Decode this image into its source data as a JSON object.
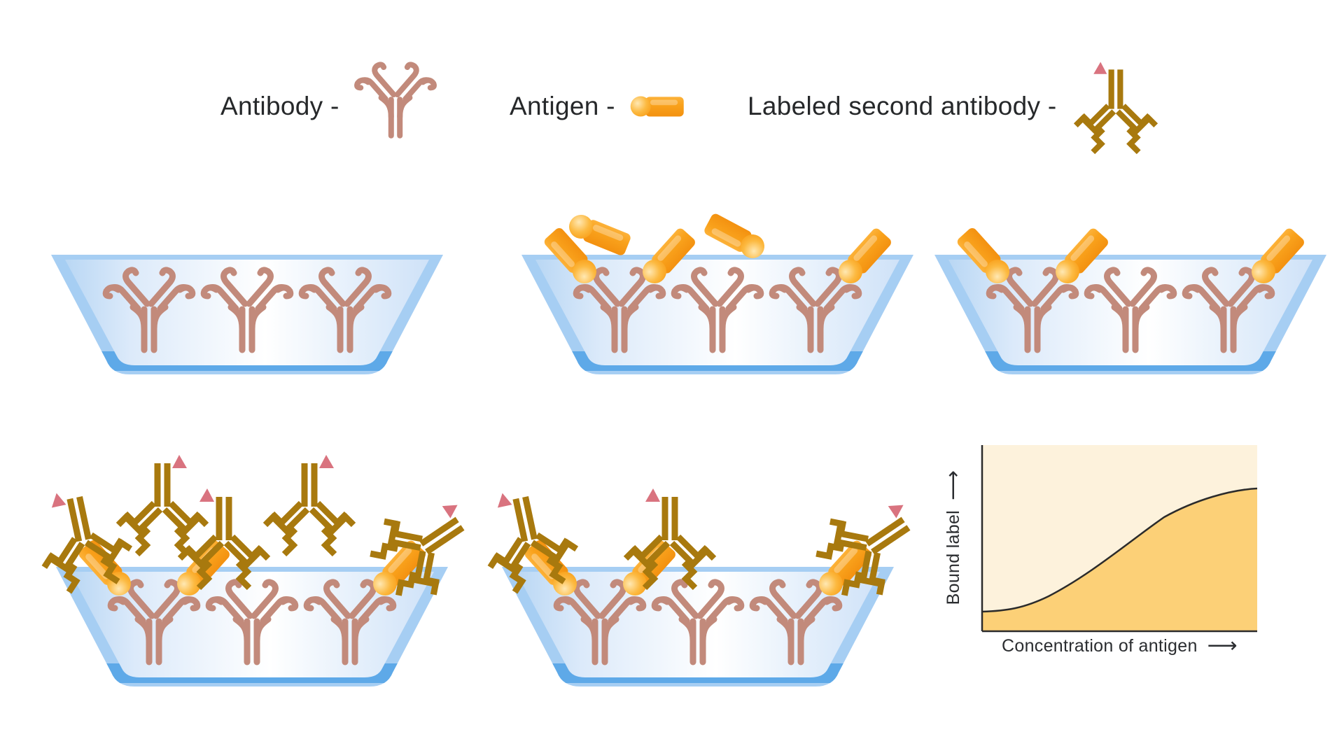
{
  "legend": {
    "items": [
      {
        "label": "Antibody -",
        "icon": "antibody-icon"
      },
      {
        "label": "Antigen -",
        "icon": "antigen-icon"
      },
      {
        "label": "Labeled second antibody -",
        "icon": "labeled-second-antibody-icon"
      }
    ]
  },
  "icons": {
    "arrow_right": "⟶",
    "antibody-icon": "Y-shaped rose antibody",
    "antigen-icon": "orange cylinder with sphere end",
    "labeled-second-antibody-icon": "gold zigzag antibody with pink triangle label"
  },
  "colors": {
    "antibody": "#c28a7b",
    "antigen": "#f9a21c",
    "antigen_highlight": "#ffe8b3",
    "second_antibody": "#a8790e",
    "label_triangle": "#d9737f",
    "dish_rim": "#a6cef3",
    "dish_band": "#5ea9e8",
    "dish_water_edge": "#b9d7f4",
    "graph_background": "#fdf2dc",
    "graph_fill": "#fcd077",
    "graph_line": "#2b2b2b",
    "text": "#26282a"
  },
  "figure": {
    "steps": [
      {
        "name": "well-with-antibodies",
        "antibodies": 3,
        "antigens_bound": 0,
        "antigens_free": 0,
        "labeled_antibodies_bound": 0,
        "labeled_antibodies_free": 0
      },
      {
        "name": "antigen-added",
        "antibodies": 3,
        "antigens_bound": 3,
        "antigens_free": 2,
        "labeled_antibodies_bound": 0,
        "labeled_antibodies_free": 0
      },
      {
        "name": "antigen-bound",
        "antibodies": 3,
        "antigens_bound": 3,
        "antigens_free": 0,
        "labeled_antibodies_bound": 0,
        "labeled_antibodies_free": 0
      },
      {
        "name": "labeled-antibody-added",
        "antibodies": 3,
        "antigens_bound": 3,
        "antigens_free": 0,
        "labeled_antibodies_bound": 3,
        "labeled_antibodies_free": 2
      },
      {
        "name": "labeled-antibody-bound",
        "antibodies": 3,
        "antigens_bound": 3,
        "antigens_free": 0,
        "labeled_antibodies_bound": 3,
        "labeled_antibodies_free": 0
      }
    ]
  },
  "chart_data": {
    "type": "area",
    "curve": "sigmoid",
    "title": "",
    "xlabel": "Concentration of antigen",
    "ylabel": "Bound label",
    "x_axis": {
      "ticks": [],
      "arrow": true
    },
    "y_axis": {
      "ticks": [],
      "arrow": true
    },
    "x_normalized": [
      0,
      10,
      20,
      30,
      40,
      50,
      60,
      70,
      80,
      90,
      100
    ],
    "y_normalized": [
      0.1,
      0.11,
      0.15,
      0.22,
      0.33,
      0.46,
      0.58,
      0.68,
      0.74,
      0.77,
      0.78
    ],
    "xlim": [
      0,
      100
    ],
    "ylim": [
      0,
      1
    ],
    "grid": false,
    "legend_position": "none",
    "background_color": "#fdf2dc",
    "fill_color": "#fcd077"
  }
}
